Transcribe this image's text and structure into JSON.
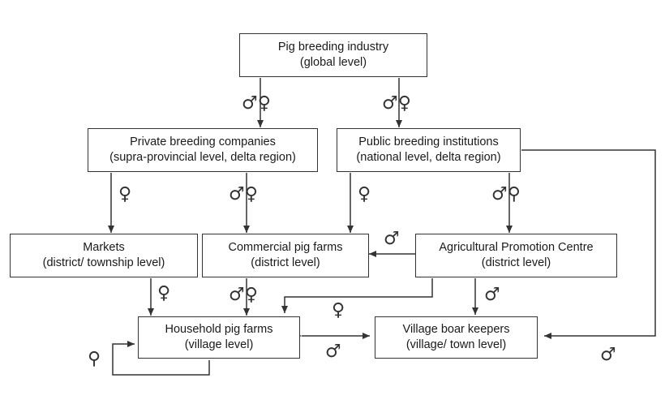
{
  "nodes": {
    "pig_breeding_industry": {
      "line1": "Pig breeding industry",
      "line2": "(global level)"
    },
    "private_breeding": {
      "line1": "Private breeding companies",
      "line2": "(supra-provincial level, delta region)"
    },
    "public_breeding": {
      "line1": "Public breeding institutions",
      "line2": "(national level, delta region)"
    },
    "markets": {
      "line1": "Markets",
      "line2": "(district/ township level)"
    },
    "commercial_farms": {
      "line1": "Commercial pig farms",
      "line2": "(district level)"
    },
    "agri_promotion": {
      "line1": "Agricultural Promotion Centre",
      "line2": "(district level)"
    },
    "household_farms": {
      "line1": "Household pig farms",
      "line2": "(village level)"
    },
    "village_boar": {
      "line1": "Village boar keepers",
      "line2": "(village/ town level)"
    }
  },
  "symbols": {
    "male_female": "♂♀",
    "female": "♀",
    "male": "♂",
    "female_alt": "⚲",
    "male_female_alt": "♂⚲",
    "female_underline": "♀"
  },
  "colors": {
    "line": "#333333",
    "text": "#1a1a1a",
    "background": "#ffffff"
  }
}
